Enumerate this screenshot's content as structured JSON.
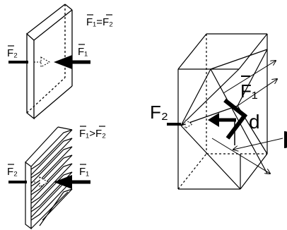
{
  "labels": {
    "top_equation": "F₁=F₂",
    "top_f1": "F₁",
    "top_f2": "F₂",
    "bottom_equation": "F₁>F₂",
    "bottom_f1": "F₁",
    "bottom_f2": "F₂",
    "right_f1": "F₁",
    "right_f2": "F₂",
    "right_d": "d"
  }
}
